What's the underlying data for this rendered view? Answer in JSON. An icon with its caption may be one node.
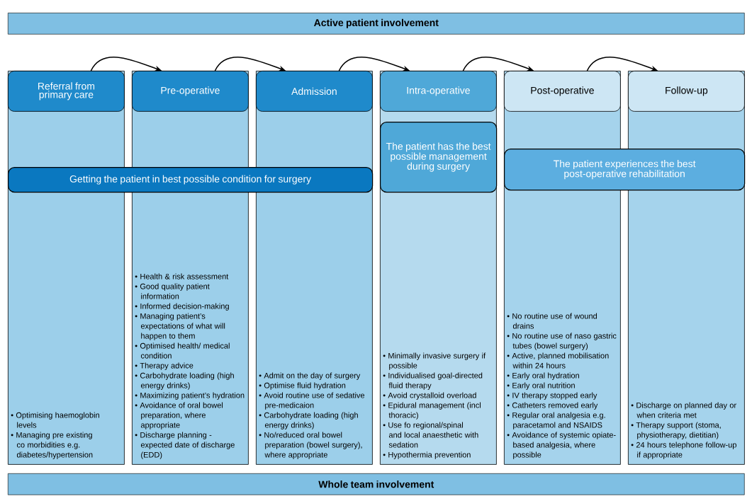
{
  "diagram": {
    "nodes": [
      {
        "text": [
          "Active patient involvement"
        ]
      },
      {
        "text": [
          "• Optimising haemoglobin levels",
          "• Managing pre existing co morbidities e.g. diabetes/hypertension"
        ]
      },
      {
        "text": [
          "Referral from primary care"
        ],
        "in": 1
      },
      {
        "text": [
          "• Health & risk assessment",
          "• Good quality patient information",
          "• Informed decision-making",
          "• Managing patient’s expectations of what will happen to them",
          "• Optimised health/ medical condition",
          "• Therapy advice",
          "• Carbohydrate loading (high energy drinks)",
          "• Maximizing patient’s hydration",
          "• Avoidance of oral bowel preparation, where appropriate",
          "• Discharge planning - expected date of discharge (EDD)"
        ]
      },
      {
        "text": [
          "Pre-operative"
        ],
        "in": 3
      },
      {
        "text": [
          "• Admit on the day of surgery",
          "• Optimise fluid hydration",
          "• Avoid routine use of sedative pre-medicaion",
          "• Carbohydrate loading (high energy drinks)",
          "• No/reduced oral bowel preparation (bowel surgery), where appropriate"
        ]
      },
      {
        "text": [
          "Admission"
        ],
        "in": 5
      },
      {
        "text": [
          "• Minimally invasive surgery if possible",
          "• Individualised goal-directed fluid therapy",
          "• Avoid crystalloid overload",
          "• Epidural management (incl thoracic)",
          "• Use fo regional/spinal and local anaesthetic with sedation",
          "• Hypothermia prevention"
        ]
      },
      {
        "text": [
          "Intra-operative"
        ],
        "in": 7
      },
      {
        "text": [
          "• No routine use of wound drains",
          "• No routine use of naso gastric tubes (bowel surgery)",
          "• Active, planned mobilisation within 24 hours",
          "• Early oral hydration",
          "• Early oral nutrition",
          "• IV therapy stopped early",
          "• Catheters removed early",
          "• Regular oral analgesia e.g. paracetamol and NSAIDS",
          "• Avoidance of systemic opiate-based analgesia, where possible"
        ]
      },
      {
        "text": [
          "Post-operative"
        ],
        "in": 9
      },
      {
        "text": [
          "• Discharge on planned day or when criteria met",
          "• Therapy support (stoma, physiotherapy, dietitian)",
          "• 24 hours telephone follow-up if appropriate"
        ]
      },
      {
        "text": [
          "Follow-up"
        ],
        "in": 11
      },
      {
        "text": [
          "Getting the patient in best possible condition for surgery"
        ]
      },
      {
        "text": [
          "The patient has the best possible management during surgery"
        ],
        "in": 7
      },
      {
        "text": [
          "The patient experiences the best post-operative rehabilitation"
        ]
      },
      {
        "text": [
          "Whole team involvement"
        ]
      }
    ],
    "edges": [
      {
        "from": 2,
        "to": 4,
        "arrow": "to"
      },
      {
        "from": 4,
        "to": 6,
        "arrow": "to"
      },
      {
        "from": 6,
        "to": 8,
        "arrow": "to"
      },
      {
        "from": 8,
        "to": 10,
        "arrow": "to"
      },
      {
        "from": 10,
        "to": 12,
        "arrow": "to"
      }
    ]
  }
}
